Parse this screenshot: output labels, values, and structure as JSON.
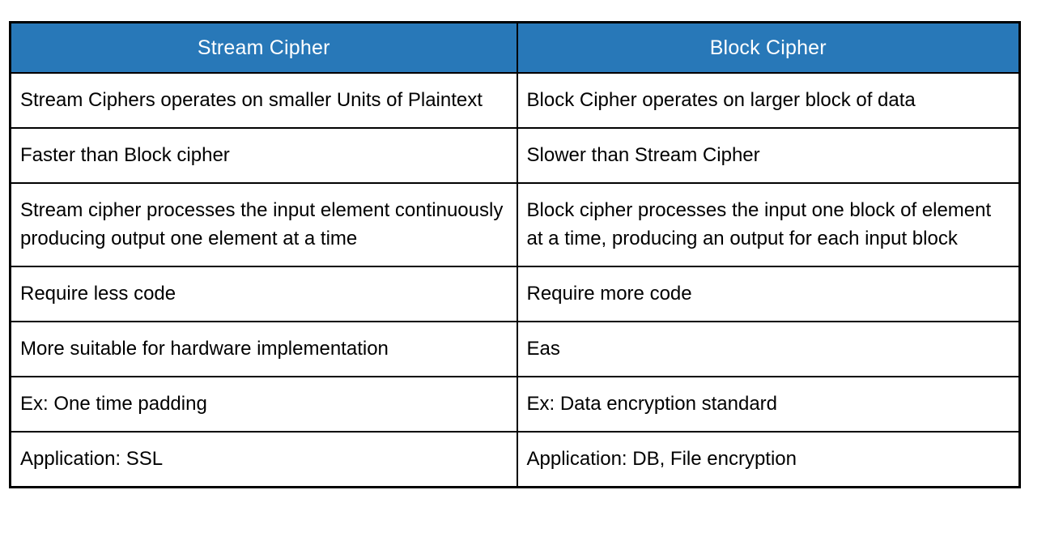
{
  "table": {
    "title": "Stream Cipher vs Block Cipher comparison table",
    "colors": {
      "header_bg": "#2878B8",
      "header_text": "#FFFFFF",
      "body_text": "#000000",
      "border": "#000000",
      "page_bg": "#FFFFFF"
    },
    "header": {
      "col1": "Stream Cipher",
      "col2": "Block Cipher"
    },
    "rows": [
      {
        "col1": "Stream Ciphers operates on smaller Units of Plaintext",
        "col2": "Block Cipher operates on larger block of data"
      },
      {
        "col1": "Faster than Block cipher",
        "col2": "Slower than Stream Cipher"
      },
      {
        "col1": "Stream cipher processes the input element continuously producing output one element at a time",
        "col2": "Block cipher processes the input one block of element at a time, producing an output for each input block"
      },
      {
        "col1": "Require less code",
        "col2": "Require more code"
      },
      {
        "col1": "More suitable for hardware implementation",
        "col2": "Eas"
      },
      {
        "col1": "Ex: One time padding",
        "col2": "Ex: Data encryption standard"
      },
      {
        "col1": "Application: SSL",
        "col2": "Application: DB, File encryption"
      }
    ]
  }
}
